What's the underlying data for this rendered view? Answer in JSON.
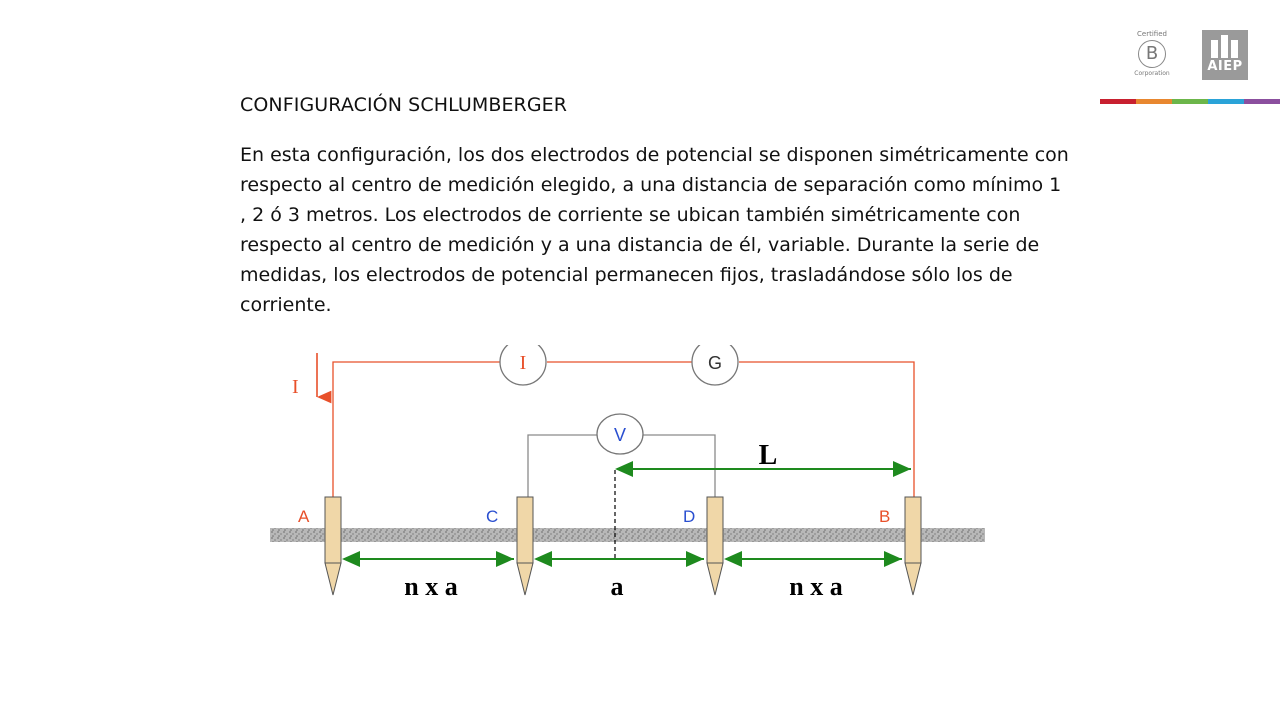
{
  "slide": {
    "title": "CONFIGURACIÓN SCHLUMBERGER",
    "paragraph": "En esta configuración, los dos electrodos de potencial se disponen simétricamente con respecto al centro de medición elegido, a una distancia de separación como mínimo 1 , 2 ó 3 metros. Los electrodos de corriente se ubican también simétricamente con respecto al centro de medición y a una distancia de él, variable. Durante la serie de medidas, los electrodos de potencial permanecen fijos, trasladándose sólo los de corriente."
  },
  "logos": {
    "bcorp_top": "Certified",
    "bcorp_letter": "B",
    "bcorp_bottom": "Corporation",
    "aiep": "AIEP"
  },
  "color_bar": [
    "#c8202f",
    "#e8872f",
    "#6cb64a",
    "#2aa3d8",
    "#8b4f9e"
  ],
  "diagram": {
    "current_arrow_label": "I",
    "meter_current": "I",
    "meter_generator": "G",
    "meter_voltage": "V",
    "distance_L": "L",
    "electrode_A": "A",
    "electrode_C": "C",
    "electrode_D": "D",
    "electrode_B": "B",
    "spacing_left": "n x a",
    "spacing_center": "a",
    "spacing_right": "n x a",
    "colors": {
      "current": "#e8502a",
      "voltage_wire": "#8a8a8a",
      "dimension": "#1e8a1e",
      "electrode_label_blue": "#2a4fd0",
      "electrode": "#f0d7a8"
    }
  }
}
